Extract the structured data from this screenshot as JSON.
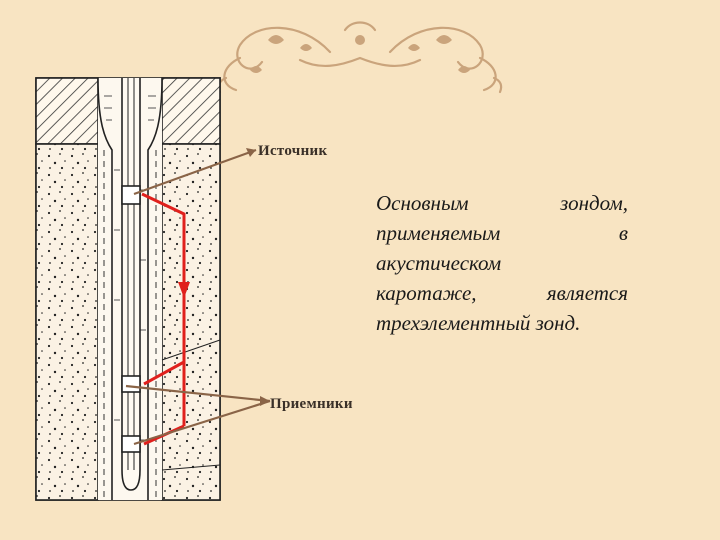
{
  "labels": {
    "source": "Источник",
    "receivers": "Приемники"
  },
  "description": {
    "lines": [
      "Основным зондом,",
      "применяемым в",
      "акустическом",
      "каротаже, является",
      "трехэлементный зонд."
    ]
  },
  "colors": {
    "background": "#f8e4c2",
    "ornament": "#caa47c",
    "pointer": "#8a6447",
    "wave_path": "#e0201c",
    "line_art": "#222222"
  }
}
